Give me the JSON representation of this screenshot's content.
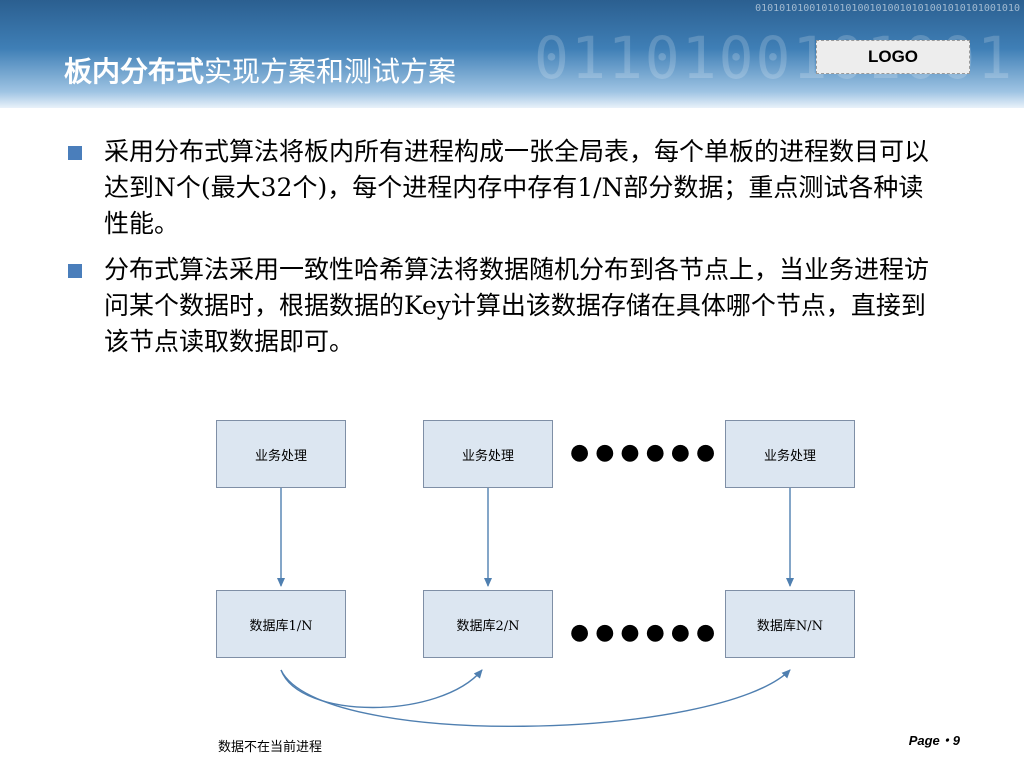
{
  "header": {
    "title_bold": "板内分布式",
    "title_rest": "实现方案和测试方案",
    "logo": "LOGO",
    "binary_top": "01010101001010101001010010101001010101001010",
    "binary_bg": "0110100101001"
  },
  "bullets": [
    "采用分布式算法将板内所有进程构成一张全局表，每个单板的进程数目可以达到N个(最大32个)，每个进程内存中存有1/N部分数据；重点测试各种读性能。",
    "分布式算法采用一致性哈希算法将数据随机分布到各节点上，当业务进程访问某个数据时，根据数据的Key计算出该数据存储在具体哪个节点，直接到该节点读取数据即可。"
  ],
  "diagram": {
    "business_label": "业务处理",
    "db_labels": [
      "数据库1/N",
      "数据库2/N",
      "数据库N/N"
    ],
    "dots": "●●●●●●",
    "caption": "数据不在当前进程"
  },
  "footer": {
    "page": "Page・9"
  }
}
